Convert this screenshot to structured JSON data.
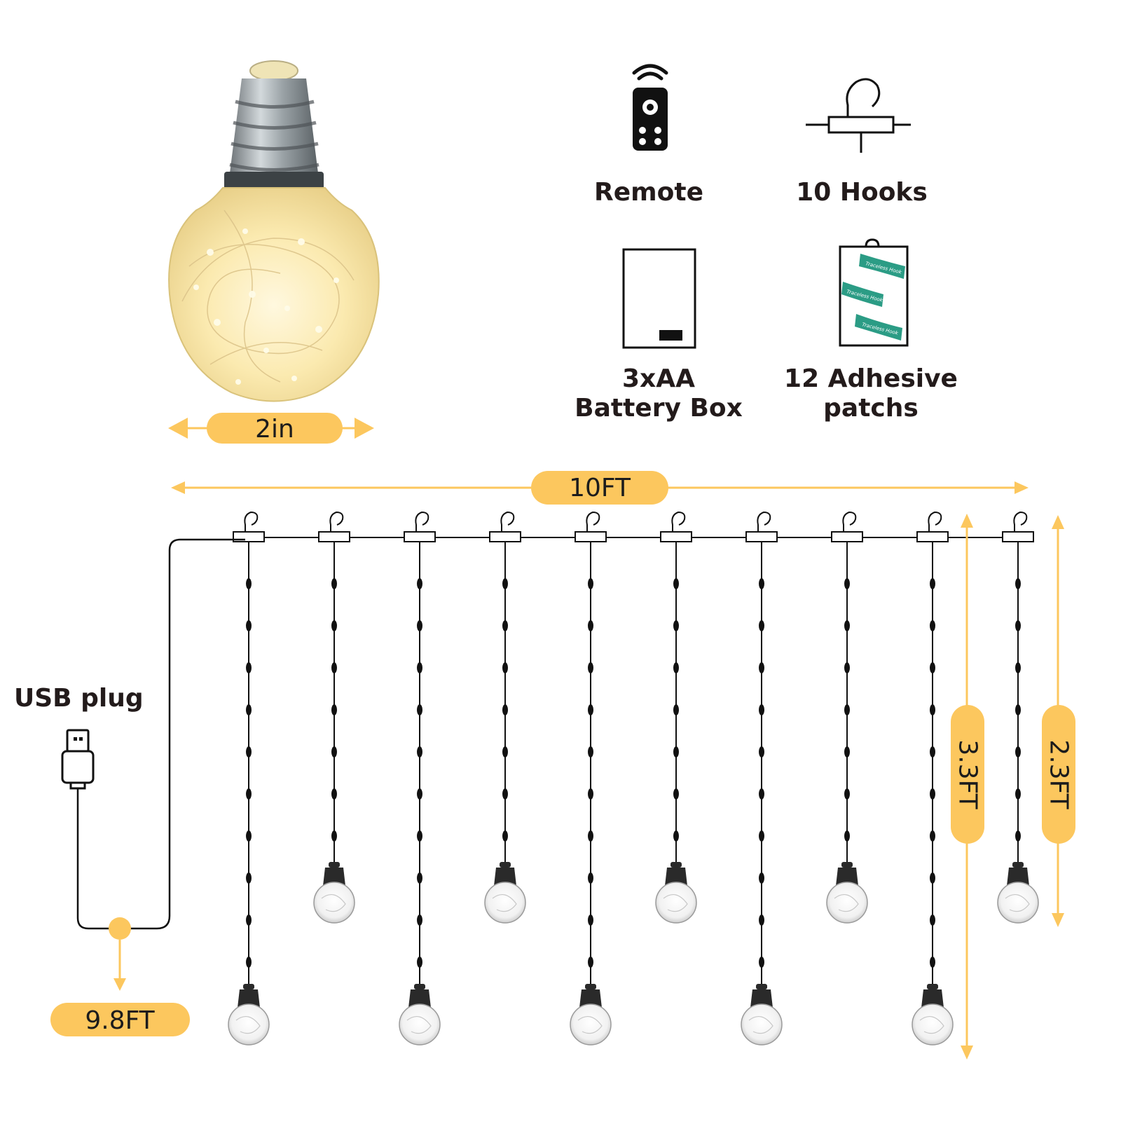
{
  "accessories": {
    "remote": {
      "label": "Remote",
      "icon": "remote-control-icon"
    },
    "hooks": {
      "label": "10 Hooks",
      "icon": "hook-icon"
    },
    "battery_box": {
      "label_line1": "3xAA",
      "label_line2": "Battery Box",
      "icon": "battery-box-icon"
    },
    "patches": {
      "label_line1": "12 Adhesive",
      "label_line2": "patchs",
      "icon": "adhesive-patch-card-icon",
      "sticker_text": "Traceless Hook"
    }
  },
  "dimensions": {
    "bulb_width": "2in",
    "total_length": "10FT",
    "long_strand": "3.3FT",
    "short_strand": "2.3FT",
    "lead_cable": "9.8FT"
  },
  "usb": {
    "label": "USB plug",
    "icon": "usb-plug-icon"
  },
  "strands": {
    "count": 10,
    "lengths": [
      "long",
      "short",
      "long",
      "short",
      "long",
      "short",
      "long",
      "short",
      "long",
      "short"
    ]
  },
  "colors": {
    "accent": "#fcc75e",
    "text": "#231b1b",
    "wire": "#1a1a1a",
    "bulb_glow": "#fbeab0"
  }
}
